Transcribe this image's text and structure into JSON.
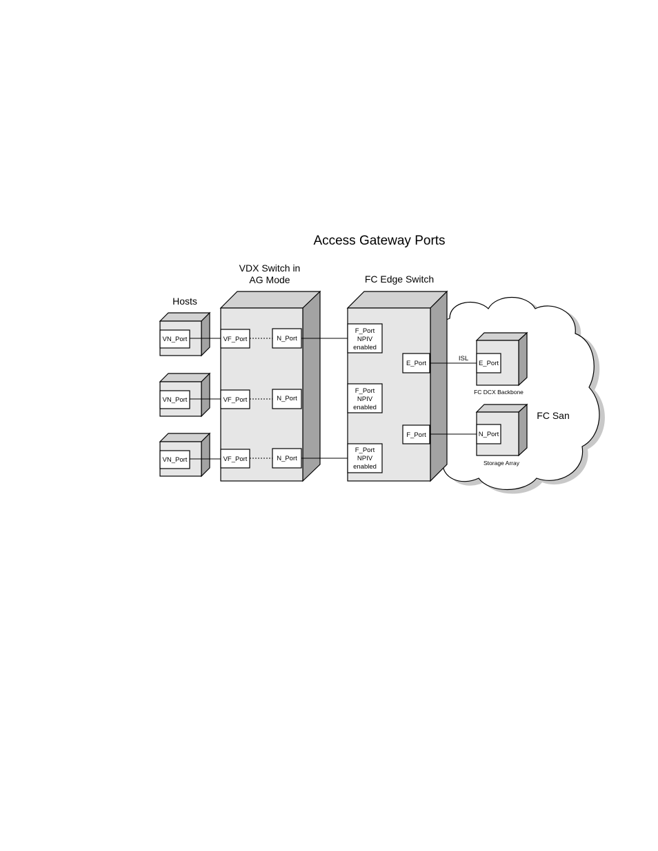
{
  "title": "Access Gateway Ports",
  "headers": {
    "vdx_line1": "VDX Switch in",
    "vdx_line2": "AG Mode",
    "fc_edge": "FC Edge Switch",
    "hosts": "Hosts"
  },
  "hosts": [
    {
      "port": "VN_Port"
    },
    {
      "port": "VN_Port"
    },
    {
      "port": "VN_Port"
    }
  ],
  "vdx_switch": {
    "vf_ports": [
      "VF_Port",
      "VF_Port",
      "VF_Port"
    ],
    "n_ports": [
      "N_Port",
      "N_Port",
      "N_Port"
    ]
  },
  "fc_edge_switch": {
    "f_ports": [
      {
        "line1": "F_Port",
        "line2": "NPIV",
        "line3": "enabled"
      },
      {
        "line1": "F_Port",
        "line2": "NPIV",
        "line3": "enabled"
      },
      {
        "line1": "F_Port",
        "line2": "NPIV",
        "line3": "enabled"
      }
    ],
    "e_port": "E_Port",
    "f_port_right": "F_Port"
  },
  "fc_san": {
    "label": "FC San",
    "isl_label": "ISL",
    "backbone": {
      "port": "E_Port",
      "label": "FC DCX Backbone"
    },
    "storage": {
      "port": "N_Port",
      "label": "Storage Array"
    }
  },
  "colors": {
    "face_light": "#e6e6e6",
    "side_dark": "#a3a3a3",
    "top_mid": "#d2d2d2",
    "cloud_shadow": "#c8c8c8",
    "line": "#000000"
  }
}
